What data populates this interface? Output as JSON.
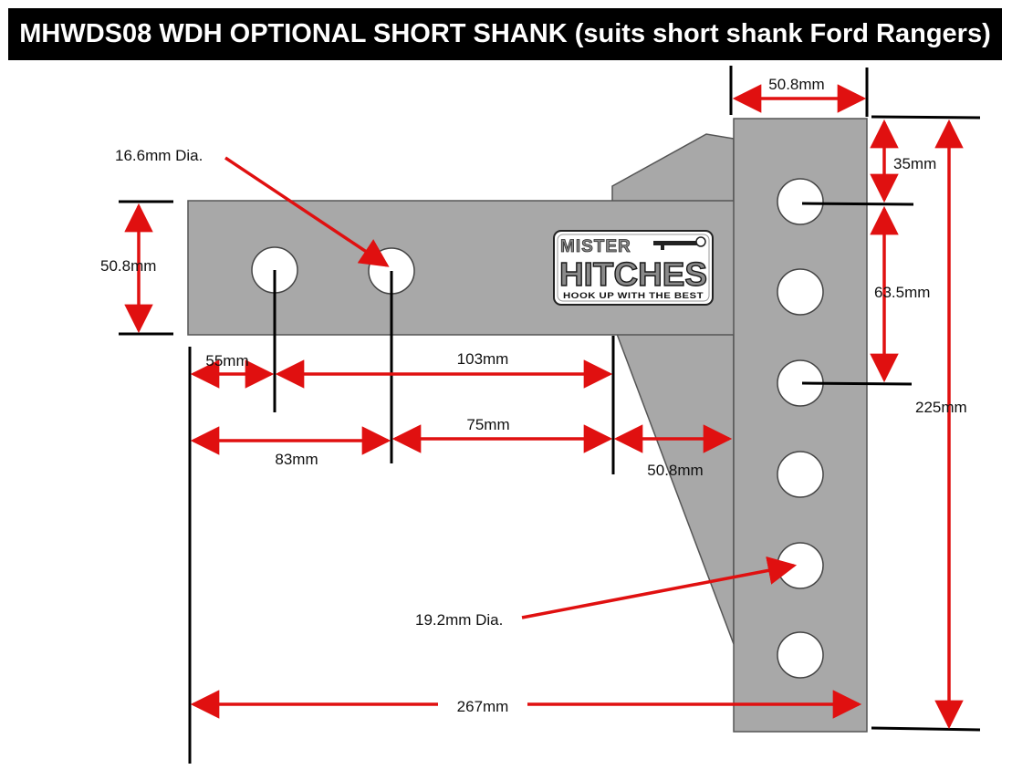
{
  "title": "MHWDS08 WDH OPTIONAL SHORT SHANK (suits short shank Ford Rangers)",
  "colors": {
    "background": "#ffffff",
    "title_bar": "#000000",
    "title_text": "#ffffff",
    "part_fill": "#a8a8a8",
    "part_outline": "#555555",
    "arrow": "#e01010",
    "leader_line": "#000000"
  },
  "logo": {
    "top": "MISTER",
    "main": "HITCHES",
    "tagline": "HOOK UP WITH THE BEST"
  },
  "dimensions": {
    "head_width": "50.8mm",
    "hole_dia_small": "16.6mm Dia.",
    "top_to_first_hole": "35mm",
    "shank_height": "50.8mm",
    "hole_pitch": "63.5mm",
    "total_height": "225mm",
    "end_to_first_hole": "55mm",
    "first_hole_to_gusset": "103mm",
    "end_to_second_hole": "83mm",
    "second_hole_to_gusset": "75mm",
    "gusset_to_head": "50.8mm",
    "hole_dia_large": "19.2mm Dia.",
    "overall_length": "267mm"
  }
}
